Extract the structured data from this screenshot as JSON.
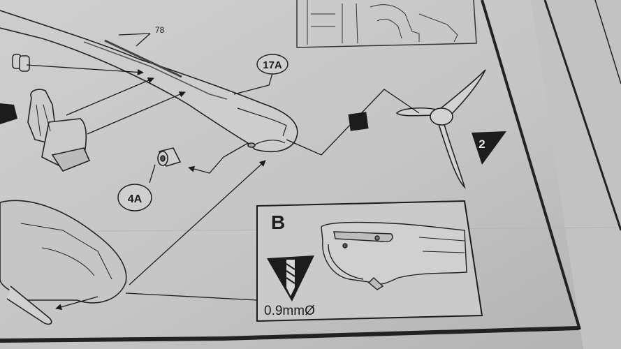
{
  "callouts": {
    "part_78": "78",
    "part_17a": "17A",
    "part_4a": "4A",
    "step_next": "2",
    "inset_letter": "B",
    "drill_size": "0.9mmØ"
  },
  "icons": {
    "next_step_marker": "triangle-arrow-icon",
    "drill": "drill-bit-icon",
    "connector": "square-node-icon"
  },
  "colors": {
    "paper": "#c9c9c9",
    "ink": "#1c1c1c",
    "shadow": "#7a7a7a"
  }
}
